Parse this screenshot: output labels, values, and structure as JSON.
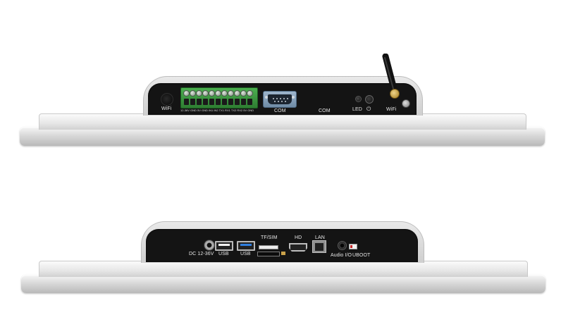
{
  "top_view": {
    "wifi_left_label": "WiFi",
    "terminal_label": "12-36V GND 5V GND IN1 IN2 TX1 RX1 TX2 RX2 5V GND",
    "com1_label": "COM",
    "com2_label": "COM",
    "led_label": "LED",
    "power_symbol": "⏻",
    "wifi_right_label": "WiFi"
  },
  "bottom_view": {
    "dc_label": "DC 12-36V",
    "usb1_label": "USB",
    "usb2_label": "USB",
    "tfsim_label": "TF/SIM",
    "hd_label": "HD",
    "lan_label": "LAN",
    "audio_label": "Audio I/O",
    "uboot_label": "UBOOT"
  },
  "colors": {
    "panel": "#141414",
    "bezel": "#d4d4d4",
    "terminal": "#3a9e44",
    "db9": "#7f9bb6",
    "antenna": "#1a1a1a",
    "usb3": "#2f7fe0"
  },
  "icons": [
    "wifi-antenna-icon",
    "power-icon",
    "led-icon"
  ]
}
